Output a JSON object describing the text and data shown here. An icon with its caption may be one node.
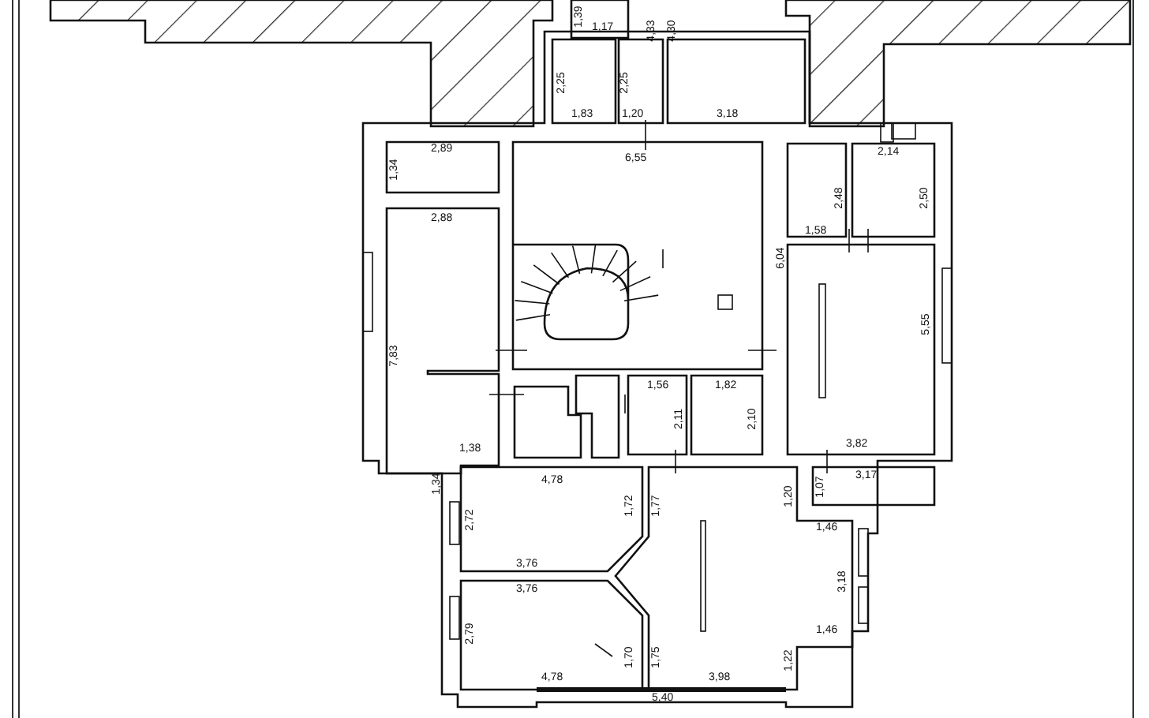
{
  "diagram": {
    "labels": [
      "1,39",
      "1,17",
      "4,33",
      "4,30",
      "2,25",
      "2,25",
      "1,83",
      "1,20",
      "3,18",
      "2,89",
      "2,14",
      "6,55",
      "1,34",
      "2,48",
      "2,50",
      "2,88",
      "1,58",
      "6,04",
      "5,55",
      "7,83",
      "1,56",
      "1,82",
      "2,11",
      "2,10",
      "3,82",
      "1,38",
      "3,17",
      "4,78",
      "1,34",
      "1,07",
      "1,72",
      "1,77",
      "1,20",
      "2,72",
      "1,46",
      "3,76",
      "3,76",
      "3,18",
      "2,79",
      "1,46",
      "1,70",
      "1,75",
      "1,22",
      "4,78",
      "3,98",
      "5,40"
    ]
  }
}
